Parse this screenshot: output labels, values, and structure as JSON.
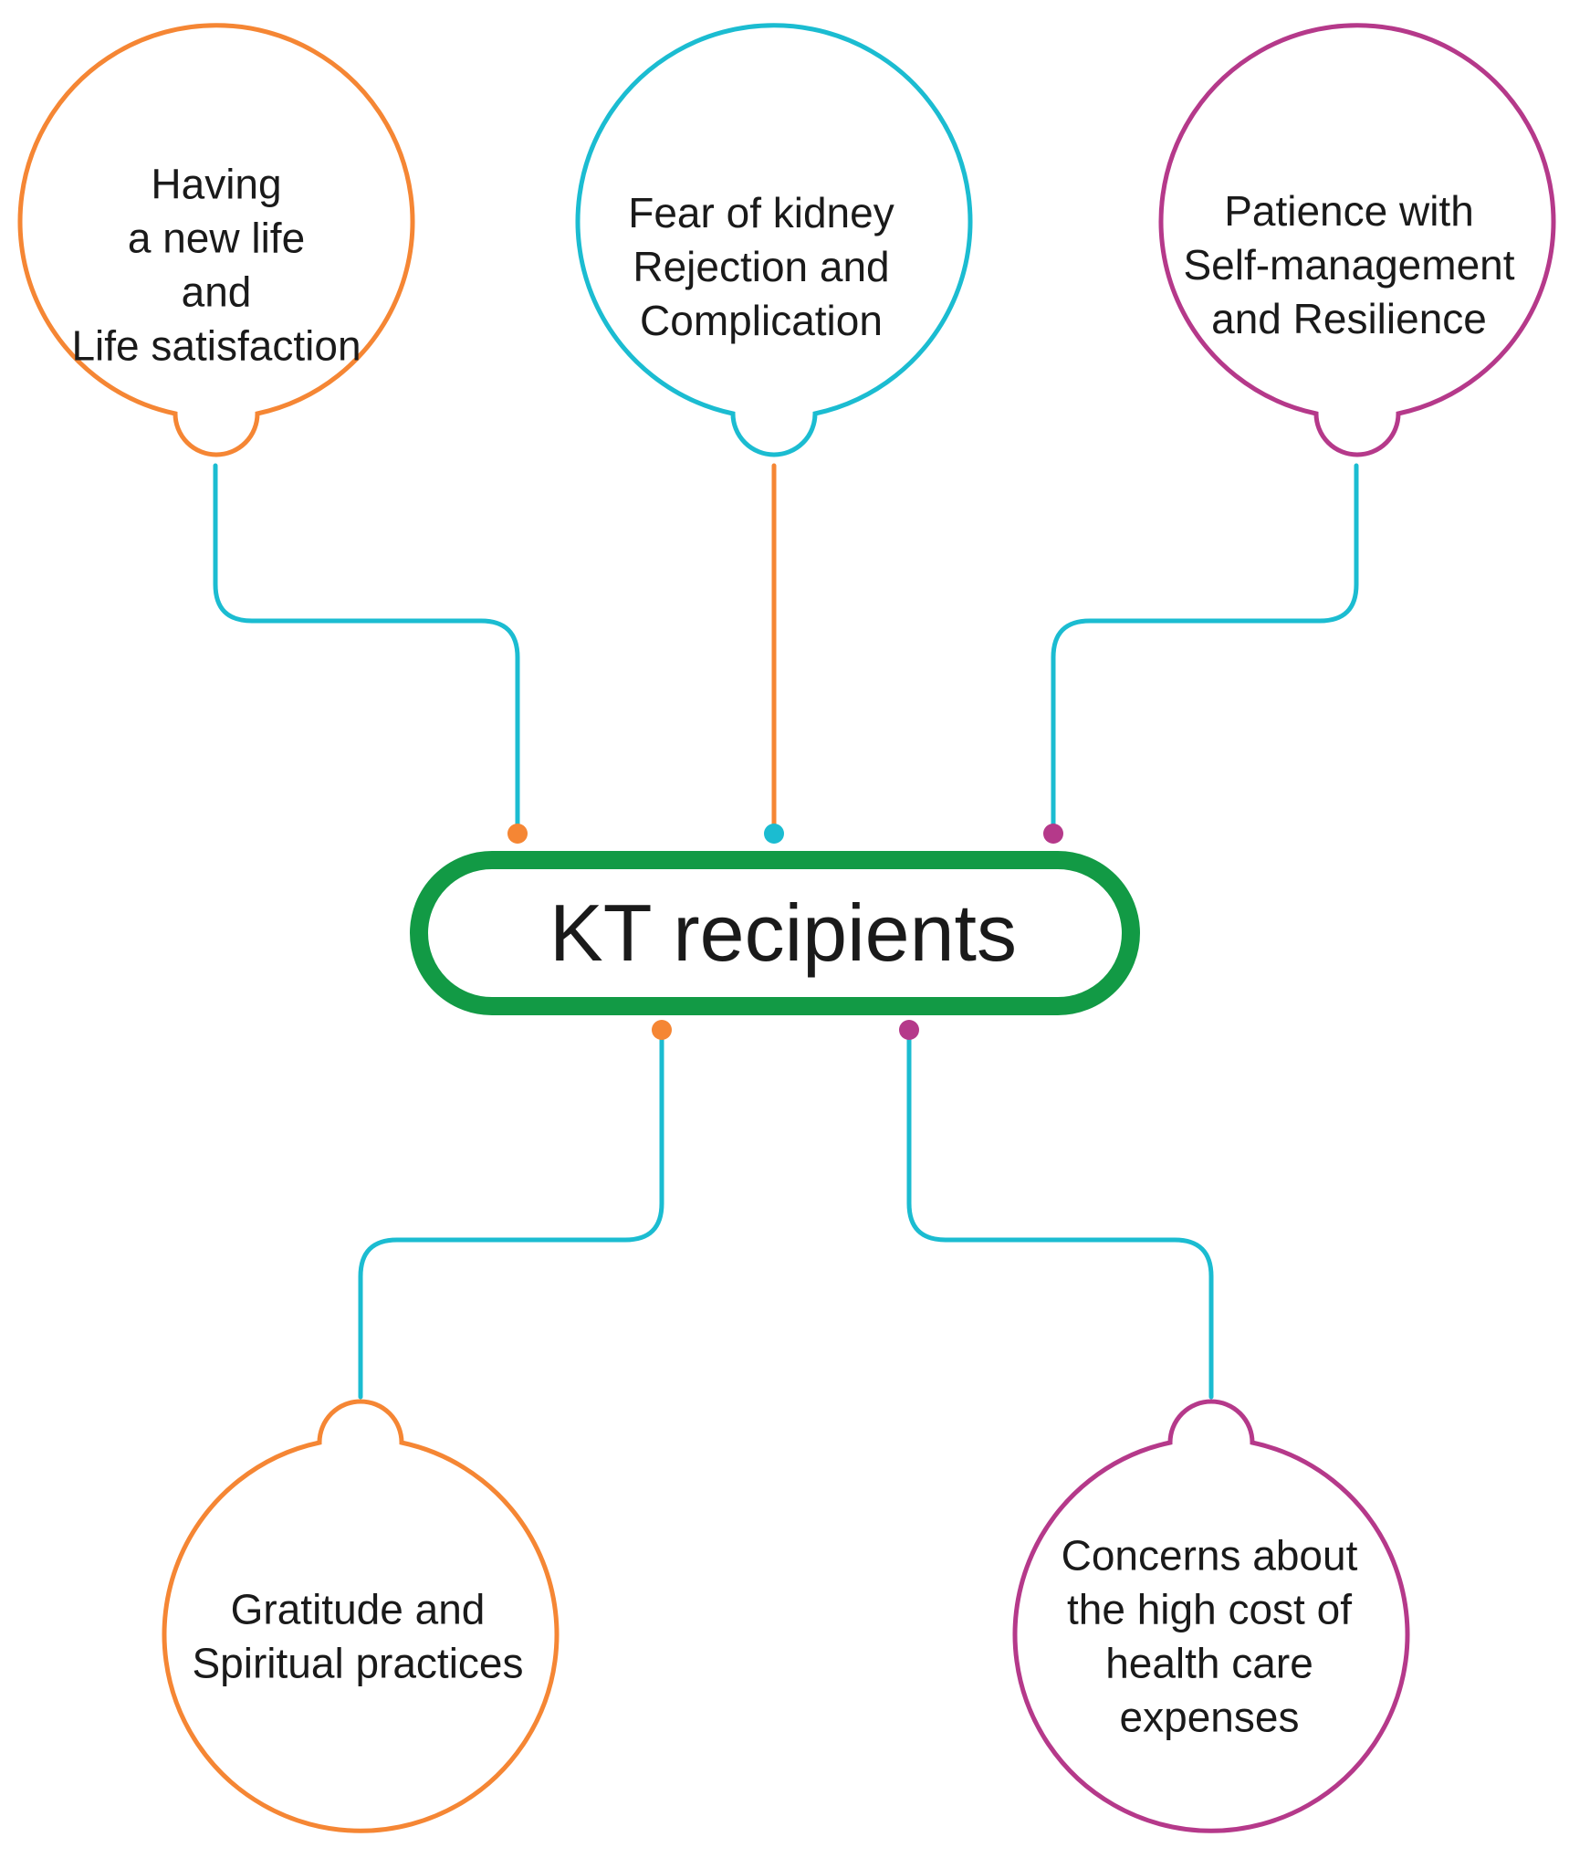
{
  "center": {
    "label": "KT recipients"
  },
  "colors": {
    "orange": "#F58634",
    "cyan": "#1BBCD1",
    "magenta": "#B5398A",
    "green": "#129A45"
  },
  "themes": [
    {
      "id": "new-life",
      "lines": [
        "Having",
        "a new life",
        "and",
        "Life satisfaction"
      ],
      "circle_color": "orange",
      "line_color": "cyan",
      "dot_color": "orange"
    },
    {
      "id": "fear-rejection",
      "lines": [
        "Fear of kidney",
        "Rejection and",
        "Complication"
      ],
      "circle_color": "cyan",
      "line_color": "orange",
      "dot_color": "cyan"
    },
    {
      "id": "patience",
      "lines": [
        "Patience with",
        "Self-management",
        "and Resilience"
      ],
      "circle_color": "magenta",
      "line_color": "cyan",
      "dot_color": "magenta"
    },
    {
      "id": "gratitude",
      "lines": [
        "Gratitude and",
        "Spiritual practices"
      ],
      "circle_color": "orange",
      "line_color": "cyan",
      "dot_color": "orange"
    },
    {
      "id": "cost-concerns",
      "lines": [
        "Concerns about",
        "the high cost of",
        "health care",
        "expenses"
      ],
      "circle_color": "magenta",
      "line_color": "cyan",
      "dot_color": "magenta"
    }
  ]
}
